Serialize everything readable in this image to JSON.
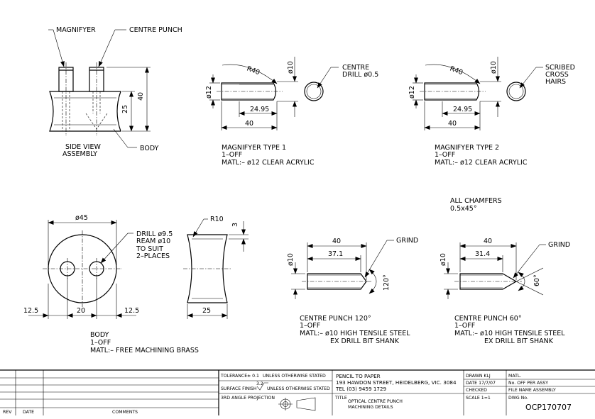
{
  "views": {
    "side_view": {
      "label_magnifyer": "MAGNIFYER",
      "label_centre_punch": "CENTRE PUNCH",
      "caption_line1": "SIDE VIEW",
      "caption_line2": "ASSEMBLY",
      "label_body": "BODY",
      "dim_height_total": "40",
      "dim_height_body": "25"
    },
    "magnifyer_type1": {
      "dim_radius": "R40",
      "dim_dia_tip": "ø10",
      "dim_dia_body": "ø12",
      "dim_length_body": "24.95",
      "dim_length_total": "40",
      "note_line1": "CENTRE",
      "note_line2": "DRILL ø0.5",
      "title": "MAGNIFYER TYPE 1",
      "qty": "1–OFF",
      "matl": "MATL:– ø12 CLEAR ACRYLIC"
    },
    "magnifyer_type2": {
      "dim_radius": "R40",
      "dim_dia_tip": "ø10",
      "dim_dia_body": "ø12",
      "dim_length_body": "24.95",
      "dim_length_total": "40",
      "note_line1": "SCRIBED",
      "note_line2": "CROSS",
      "note_line3": "HAIRS",
      "title": "MAGNIFYER TYPE 2",
      "qty": "1–OFF",
      "matl": "MATL:– ø12 CLEAR ACRYLIC"
    },
    "chamfer_note": {
      "line1": "ALL CHAMFERS",
      "line2": "0.5x45°"
    },
    "body_front": {
      "dim_dia": "ø45",
      "drill_line1": "DRILL ø9.5",
      "drill_line2": "REAM ø10",
      "drill_line3": "TO SUIT",
      "drill_line4": "2–PLACES",
      "dim_left": "12.5",
      "dim_mid": "20",
      "dim_right": "12.5",
      "title": "BODY",
      "qty": "1–OFF",
      "matl": "MATL:– FREE MACHINING BRASS"
    },
    "body_side": {
      "dim_radius": "R10",
      "dim_depth": "3",
      "dim_width": "25"
    },
    "punch120": {
      "dim_total": "40",
      "dim_body": "37.1",
      "dim_dia": "ø10",
      "dim_angle": "120°",
      "label_grind": "GRIND",
      "title": "CENTRE PUNCH 120°",
      "qty": "1–OFF",
      "matl": "MATL:– ø10 HIGH TENSILE STEEL",
      "matl2": "EX DRILL BIT SHANK"
    },
    "punch60": {
      "dim_total": "40",
      "dim_body": "31.4",
      "dim_dia": "ø10",
      "dim_angle": "60°",
      "label_grind": "GRIND",
      "title": "CENTRE PUNCH 60°",
      "qty": "1–OFF",
      "matl": "MATL:– ø10 HIGH TENSILE STEEL",
      "matl2": "EX DRILL BIT SHANK"
    }
  },
  "title_block": {
    "rev_header": "REV",
    "date_header": "DATE",
    "comments_header": "COMMENTS",
    "tolerance_prefix": "TOLERANCE",
    "tolerance_value": "± 0.1",
    "tolerance_suffix": "UNLESS OTHERWISE STATED",
    "finish_prefix": "SURFACE FINISH",
    "finish_value": "3.2",
    "finish_suffix": "UNLESS OTHERWISE STATED",
    "projection": "3RD ANGLE PROJECTION",
    "company": "PENCIL TO PAPER",
    "address": "193 HAWDON STREET, HEIDELBERG, VIC. 3084",
    "phone": "TEL (03) 9459 1729",
    "title_label": "TITLE",
    "title_line1": "OPTICAL CENTRE PUNCH",
    "title_line2": "MACHINING DETAILS",
    "drawn": "DRAWN KLJ",
    "date": "DATE  17/7/07",
    "checked": "CHECKED",
    "scale": "SCALE  1=1",
    "matl": "MATL.",
    "no_off": "No. OFF PER ASSY",
    "file_name": "FILE NAME  ASSEMBLY",
    "dwg_no_label": "DWG No.",
    "dwg_no": "OCP170707"
  }
}
